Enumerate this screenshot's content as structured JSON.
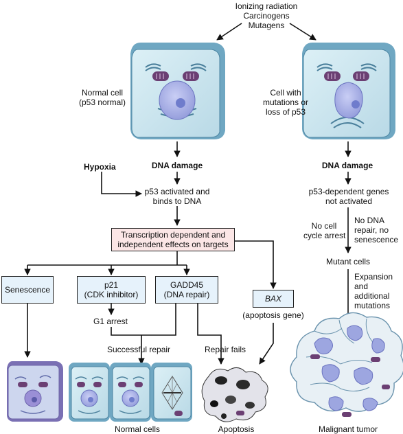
{
  "causes": [
    "Ionizing radiation",
    "Carcinogens",
    "Mutagens"
  ],
  "left": {
    "cell_label": [
      "Normal cell",
      "(p53 normal)"
    ],
    "dna_damage": "DNA damage",
    "hypoxia": "Hypoxia",
    "p53_activated": [
      "p53 activated and",
      "binds to DNA"
    ],
    "transcription": [
      "Transcription dependent and",
      "independent effects on targets"
    ],
    "senescence": "Senescence",
    "p21": [
      "p21",
      "(CDK inhibitor)"
    ],
    "gadd45": [
      "GADD45",
      "(DNA repair)"
    ],
    "bax": "BAX",
    "bax_note": "(apoptosis gene)",
    "g1_arrest": "G1 arrest",
    "successful_repair": "Successful repair",
    "repair_fails": "Repair fails",
    "normal_cells": "Normal cells",
    "apoptosis": "Apoptosis"
  },
  "right": {
    "cell_label": [
      "Cell with",
      "mutations or",
      "loss of p53"
    ],
    "dna_damage": "DNA damage",
    "genes_not_activated": [
      "p53-dependent genes",
      "not activated"
    ],
    "no_arrest": [
      "No cell",
      "cycle arrest"
    ],
    "no_repair": [
      "No DNA",
      "repair, no",
      "senescence"
    ],
    "mutant_cells": "Mutant cells",
    "expansion": [
      "Expansion",
      "and",
      "additional",
      "mutations"
    ],
    "malignant_tumor": "Malignant tumor"
  },
  "colors": {
    "cell_body": "#cfe6ee",
    "cell_edge": "#5f97b3",
    "nucleus": "#9da6e0",
    "mitochondria": "#6b3f73",
    "label_box_blue": "#e6f2fb",
    "label_box_pink": "#fbe6e6"
  }
}
